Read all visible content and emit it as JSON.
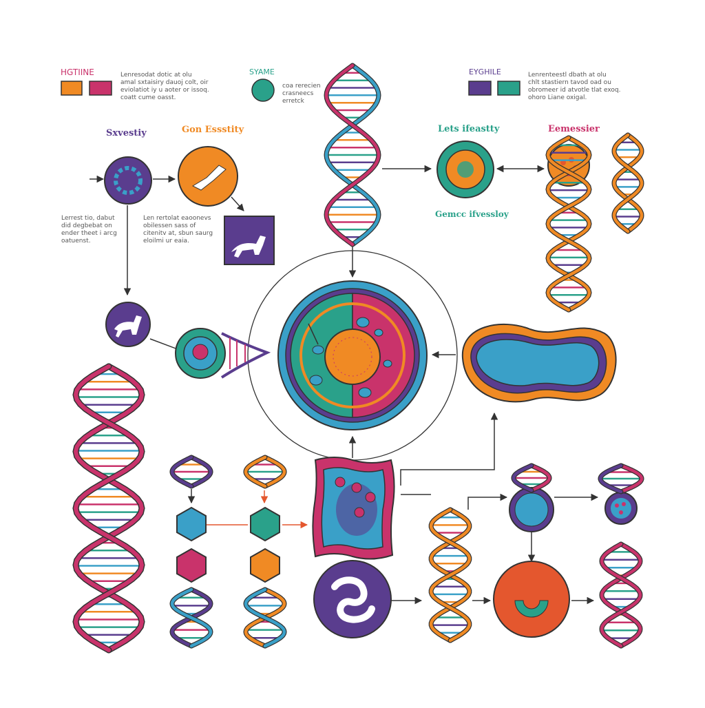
{
  "legend": [
    {
      "title": "HGTIINE",
      "text": "Lenresodat dotic at olu\namal sxtaisiry dauoj colt, oir\neviolatiot iy u aoter or issoq.\ncoatt cume oasst.",
      "swatches": [
        "#f08a24",
        "#c9336b"
      ]
    },
    {
      "title": "SYAME",
      "text": "coa rerecien\ncrasneecs\nerretck",
      "swatches": [
        "#2aa18a"
      ]
    },
    {
      "title": "EYGHILE",
      "text": "Lenrenteestl dbath at olu\nchlt stastiern tavod oad ou\nobromeer id atvotle tlat exoq.\nohoro Liane oxigal.",
      "swatches": [
        "#5a3d8e",
        "#2aa18a"
      ]
    }
  ],
  "headings": {
    "sxvestiy": "Sxvestiy",
    "gon_essstity": "Gon Essstity",
    "lets_ifeastty": "Lets ifeastty",
    "eemessier": "Eemessier",
    "gemcc_ifvessloy": "Gemcc ifvessloy"
  },
  "notes": {
    "left": "Lerrest tio, dabut\ndid degbebat on\nender theet i arcg\noatuenst.",
    "middle": "Len rertolat eaoonevs\nobilessen sass of\ncitenitv at, sbun saurg\neloilmi ur eaia."
  },
  "colors": {
    "orange": "#f08a24",
    "magenta": "#c9336b",
    "teal": "#2aa18a",
    "purple": "#5a3d8e",
    "blue": "#3aa0c8",
    "red": "#e4572e",
    "dark": "#333333"
  },
  "icons": [
    "dna-helix-icon",
    "cell-icon",
    "dog-silhouette-icon",
    "hexagon-icon",
    "nucleus-icon",
    "chromosome-icon"
  ]
}
